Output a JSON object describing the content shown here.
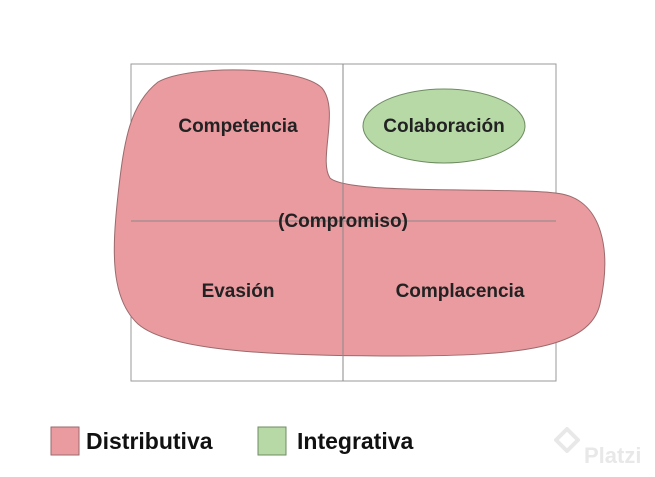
{
  "diagram": {
    "labels": {
      "competencia": "Competencia",
      "colaboracion": "Colaboración",
      "compromiso": "(Compromiso)",
      "evasion": "Evasión",
      "complacencia": "Complacencia"
    }
  },
  "legend": {
    "distributive_label": "Distributiva",
    "integrative_label": "Integrativa"
  },
  "watermark": {
    "text": "Platzi"
  },
  "colors": {
    "distributive_fill": "#e99ba0",
    "integrative_fill": "#b6d9a6",
    "grid_line": "#8a8a8a"
  }
}
